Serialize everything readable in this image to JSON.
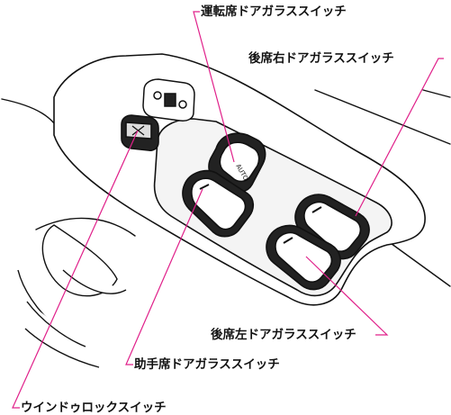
{
  "labels": {
    "driver_switch": "運転席ドアガラススイッチ",
    "rear_right_switch": "後席右ドアガラススイッチ",
    "rear_left_switch": "後席左ドアガラススイッチ",
    "passenger_switch": "助手席ドアガラススイッチ",
    "window_lock_switch": "ウインドゥロックスイッチ"
  },
  "switch_marks": {
    "auto": "AUTO"
  },
  "colors": {
    "leader_line": "#e0208a",
    "outline": "#111111",
    "panel_fill": "#ffffff",
    "dark_fill": "#222222"
  }
}
